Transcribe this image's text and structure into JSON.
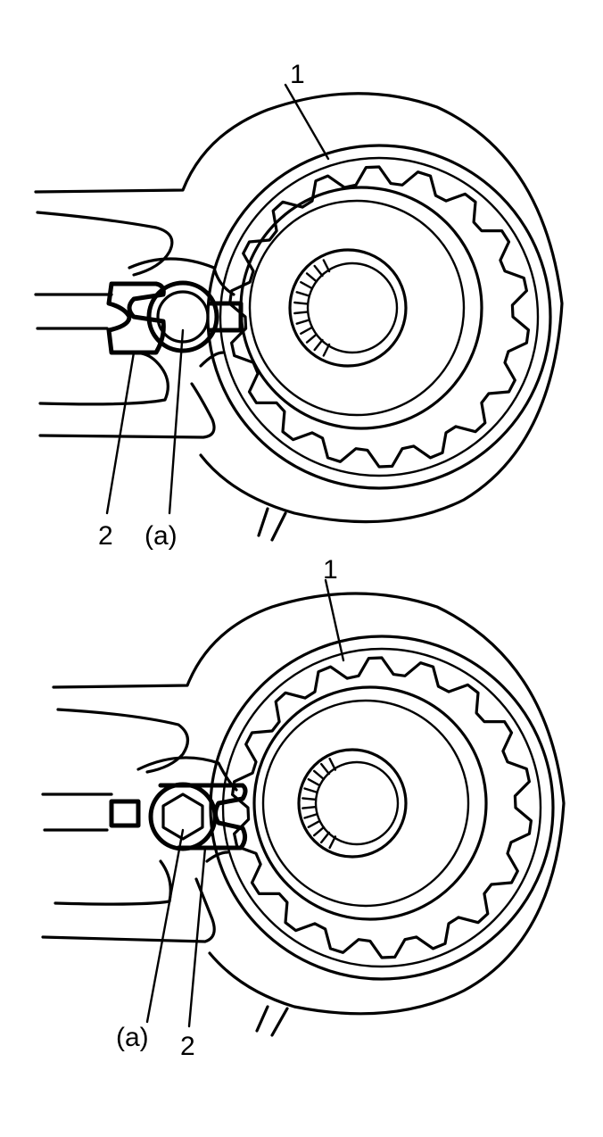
{
  "top_view": {
    "label_part1": "1",
    "label_part2": "2",
    "label_point": "(a)"
  },
  "bottom_view": {
    "label_part1": "1",
    "label_part2": "2",
    "label_point": "(a)"
  }
}
